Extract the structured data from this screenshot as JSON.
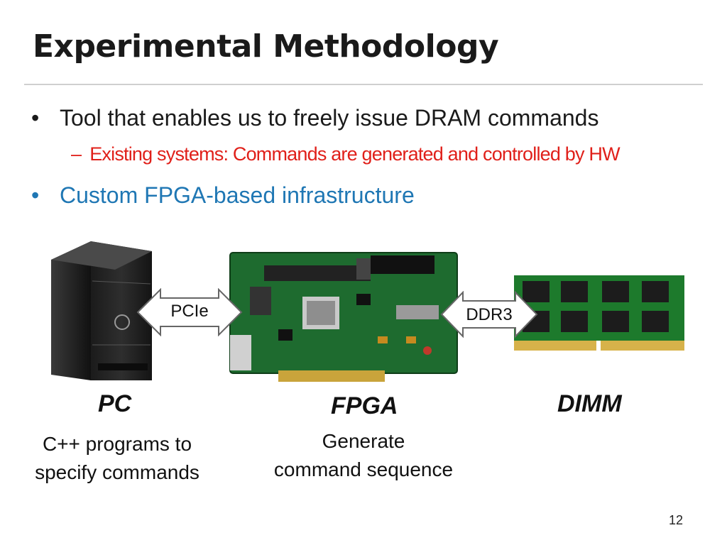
{
  "slide": {
    "title": "Experimental Methodology",
    "bullets": [
      {
        "marker": "•",
        "text": "Tool that enables us to freely issue DRAM commands"
      },
      {
        "marker": "•",
        "text": "Custom FPGA-based infrastructure"
      }
    ],
    "sub_bullet": {
      "marker": "–",
      "text": "Existing systems: Commands are generated and controlled by HW"
    },
    "page_number": "12"
  },
  "diagram": {
    "arrows": [
      {
        "label": "PCIe"
      },
      {
        "label": "DDR3"
      }
    ],
    "nodes": [
      {
        "name": "PC",
        "desc_line1": "C++ programs to",
        "desc_line2": "specify commands",
        "image": "desktop-tower-pc"
      },
      {
        "name": "FPGA",
        "desc_line1": "Generate",
        "desc_line2": "command sequence",
        "image": "fpga-board"
      },
      {
        "name": "DIMM",
        "desc_line1": "",
        "desc_line2": "",
        "image": "dram-module"
      }
    ]
  },
  "colors": {
    "title": "#1a1a1a",
    "sub_bullet": "#e0201a",
    "accent_bullet": "#1f77b4",
    "pcb_green": "#1e6b2f"
  }
}
